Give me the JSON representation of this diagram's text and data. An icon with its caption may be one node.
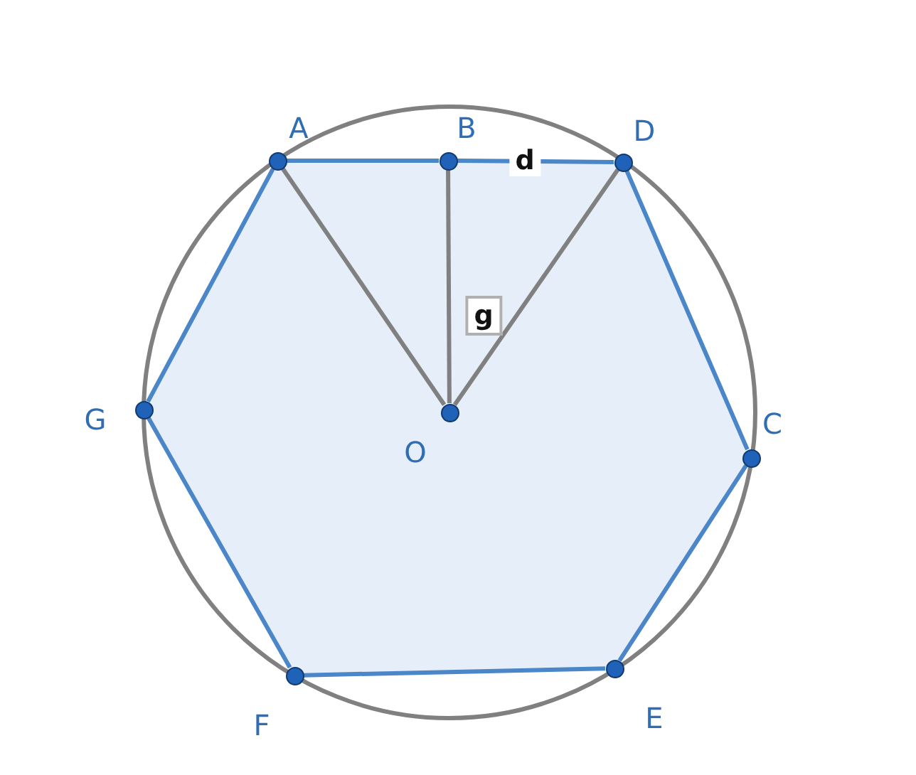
{
  "diagram": {
    "nodes": [
      {
        "text": [],
        "shape": "circle",
        "beside": [
          "A"
        ]
      },
      {
        "text": [],
        "shape": "circle",
        "beside": [
          "B"
        ]
      },
      {
        "text": [],
        "shape": "circle",
        "beside": [
          "D"
        ]
      },
      {
        "text": [],
        "shape": "circle",
        "beside": [
          "G"
        ]
      },
      {
        "text": [],
        "shape": "circle",
        "beside": [
          "O"
        ]
      },
      {
        "text": [],
        "shape": "circle",
        "beside": [
          "C"
        ]
      },
      {
        "text": [],
        "shape": "circle",
        "beside": [
          "E"
        ]
      },
      {
        "text": [],
        "shape": "circle",
        "beside": [
          "F"
        ]
      }
    ],
    "edges": [
      {
        "from": 0,
        "to": 1,
        "arrow": "none"
      },
      {
        "from": 1,
        "to": 2,
        "arrow": "none",
        "label": "d"
      },
      {
        "from": 2,
        "to": 5,
        "arrow": "none"
      },
      {
        "from": 5,
        "to": 6,
        "arrow": "none"
      },
      {
        "from": 6,
        "to": 7,
        "arrow": "none"
      },
      {
        "from": 7,
        "to": 3,
        "arrow": "none"
      },
      {
        "from": 3,
        "to": 0,
        "arrow": "none"
      },
      {
        "from": 0,
        "to": 4,
        "arrow": "none",
        "color": "#808080"
      },
      {
        "from": 1,
        "to": 4,
        "arrow": "none",
        "color": "#808080",
        "label": "g"
      },
      {
        "from": 2,
        "to": 4,
        "arrow": "none",
        "color": "#808080"
      }
    ]
  }
}
